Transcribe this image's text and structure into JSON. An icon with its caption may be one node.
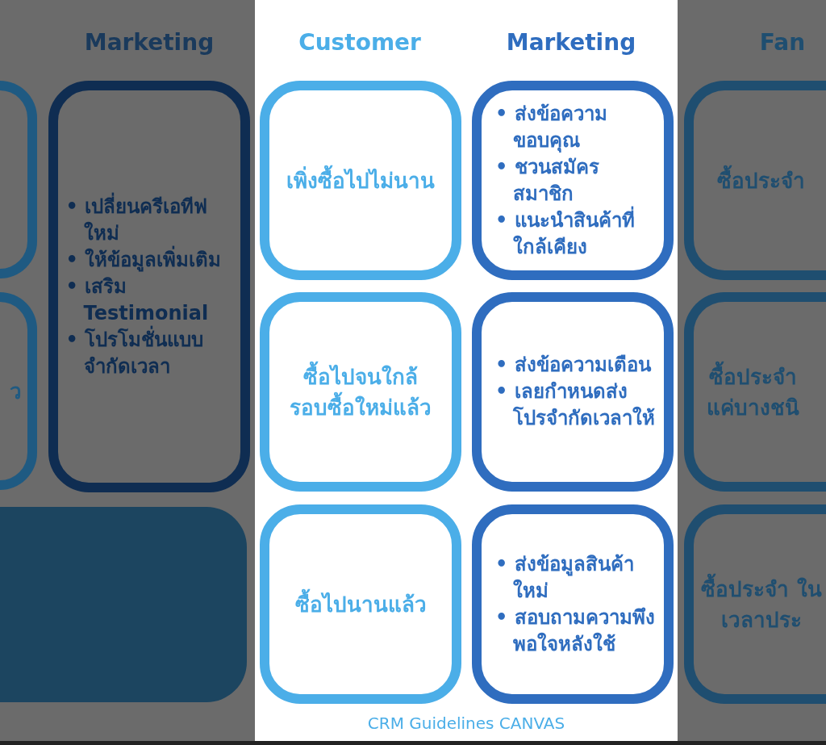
{
  "diagram": {
    "caption": "CRM Guidelines CANVAS",
    "nodes": [
      {
        "text": [],
        "shape": "box"
      },
      {
        "text": [
          "ว"
        ]
      },
      {
        "text": [
          "• เปลี่ยนครีเอทีฟใหม่",
          "• ให้ข้อมูลเพิ่มเติม",
          "• เสริม Testimonial",
          "• โปรโมชั่นแบบจำกัดเวลา"
        ]
      },
      {
        "text": [],
        "shape": "box"
      },
      {
        "text": [
          "เพิ่งซื้อไปไม่นาน"
        ]
      },
      {
        "text": [
          "ซื้อไปจนใกล้รอบซื้อใหม่แล้ว"
        ]
      },
      {
        "text": [
          "ซื้อไปนานแล้ว"
        ]
      },
      {
        "text": [
          "• ส่งข้อความขอบคุณ",
          "• ชวนสมัครสมาชิก",
          "• แนะนำสินค้าที่ใกล้เคียง"
        ]
      },
      {
        "text": [
          "• ส่งข้อความเตือน",
          "• เลยกำหนดส่งโปรจำกัดเวลาให้"
        ]
      },
      {
        "text": [
          "• ส่งข้อมูลสินค้าใหม่",
          "• สอบถามความพึงพอใจหลังใช้"
        ]
      },
      {
        "text": [
          "ซื้อประจำ"
        ]
      },
      {
        "text": [
          "ซื้อประจำ แค่บางชนิ"
        ]
      },
      {
        "text": [
          "ซื้อประจำ ในเวลาประ"
        ]
      }
    ],
    "labels": [
      "Marketing",
      "Customer",
      "Marketing",
      "Fan"
    ]
  }
}
